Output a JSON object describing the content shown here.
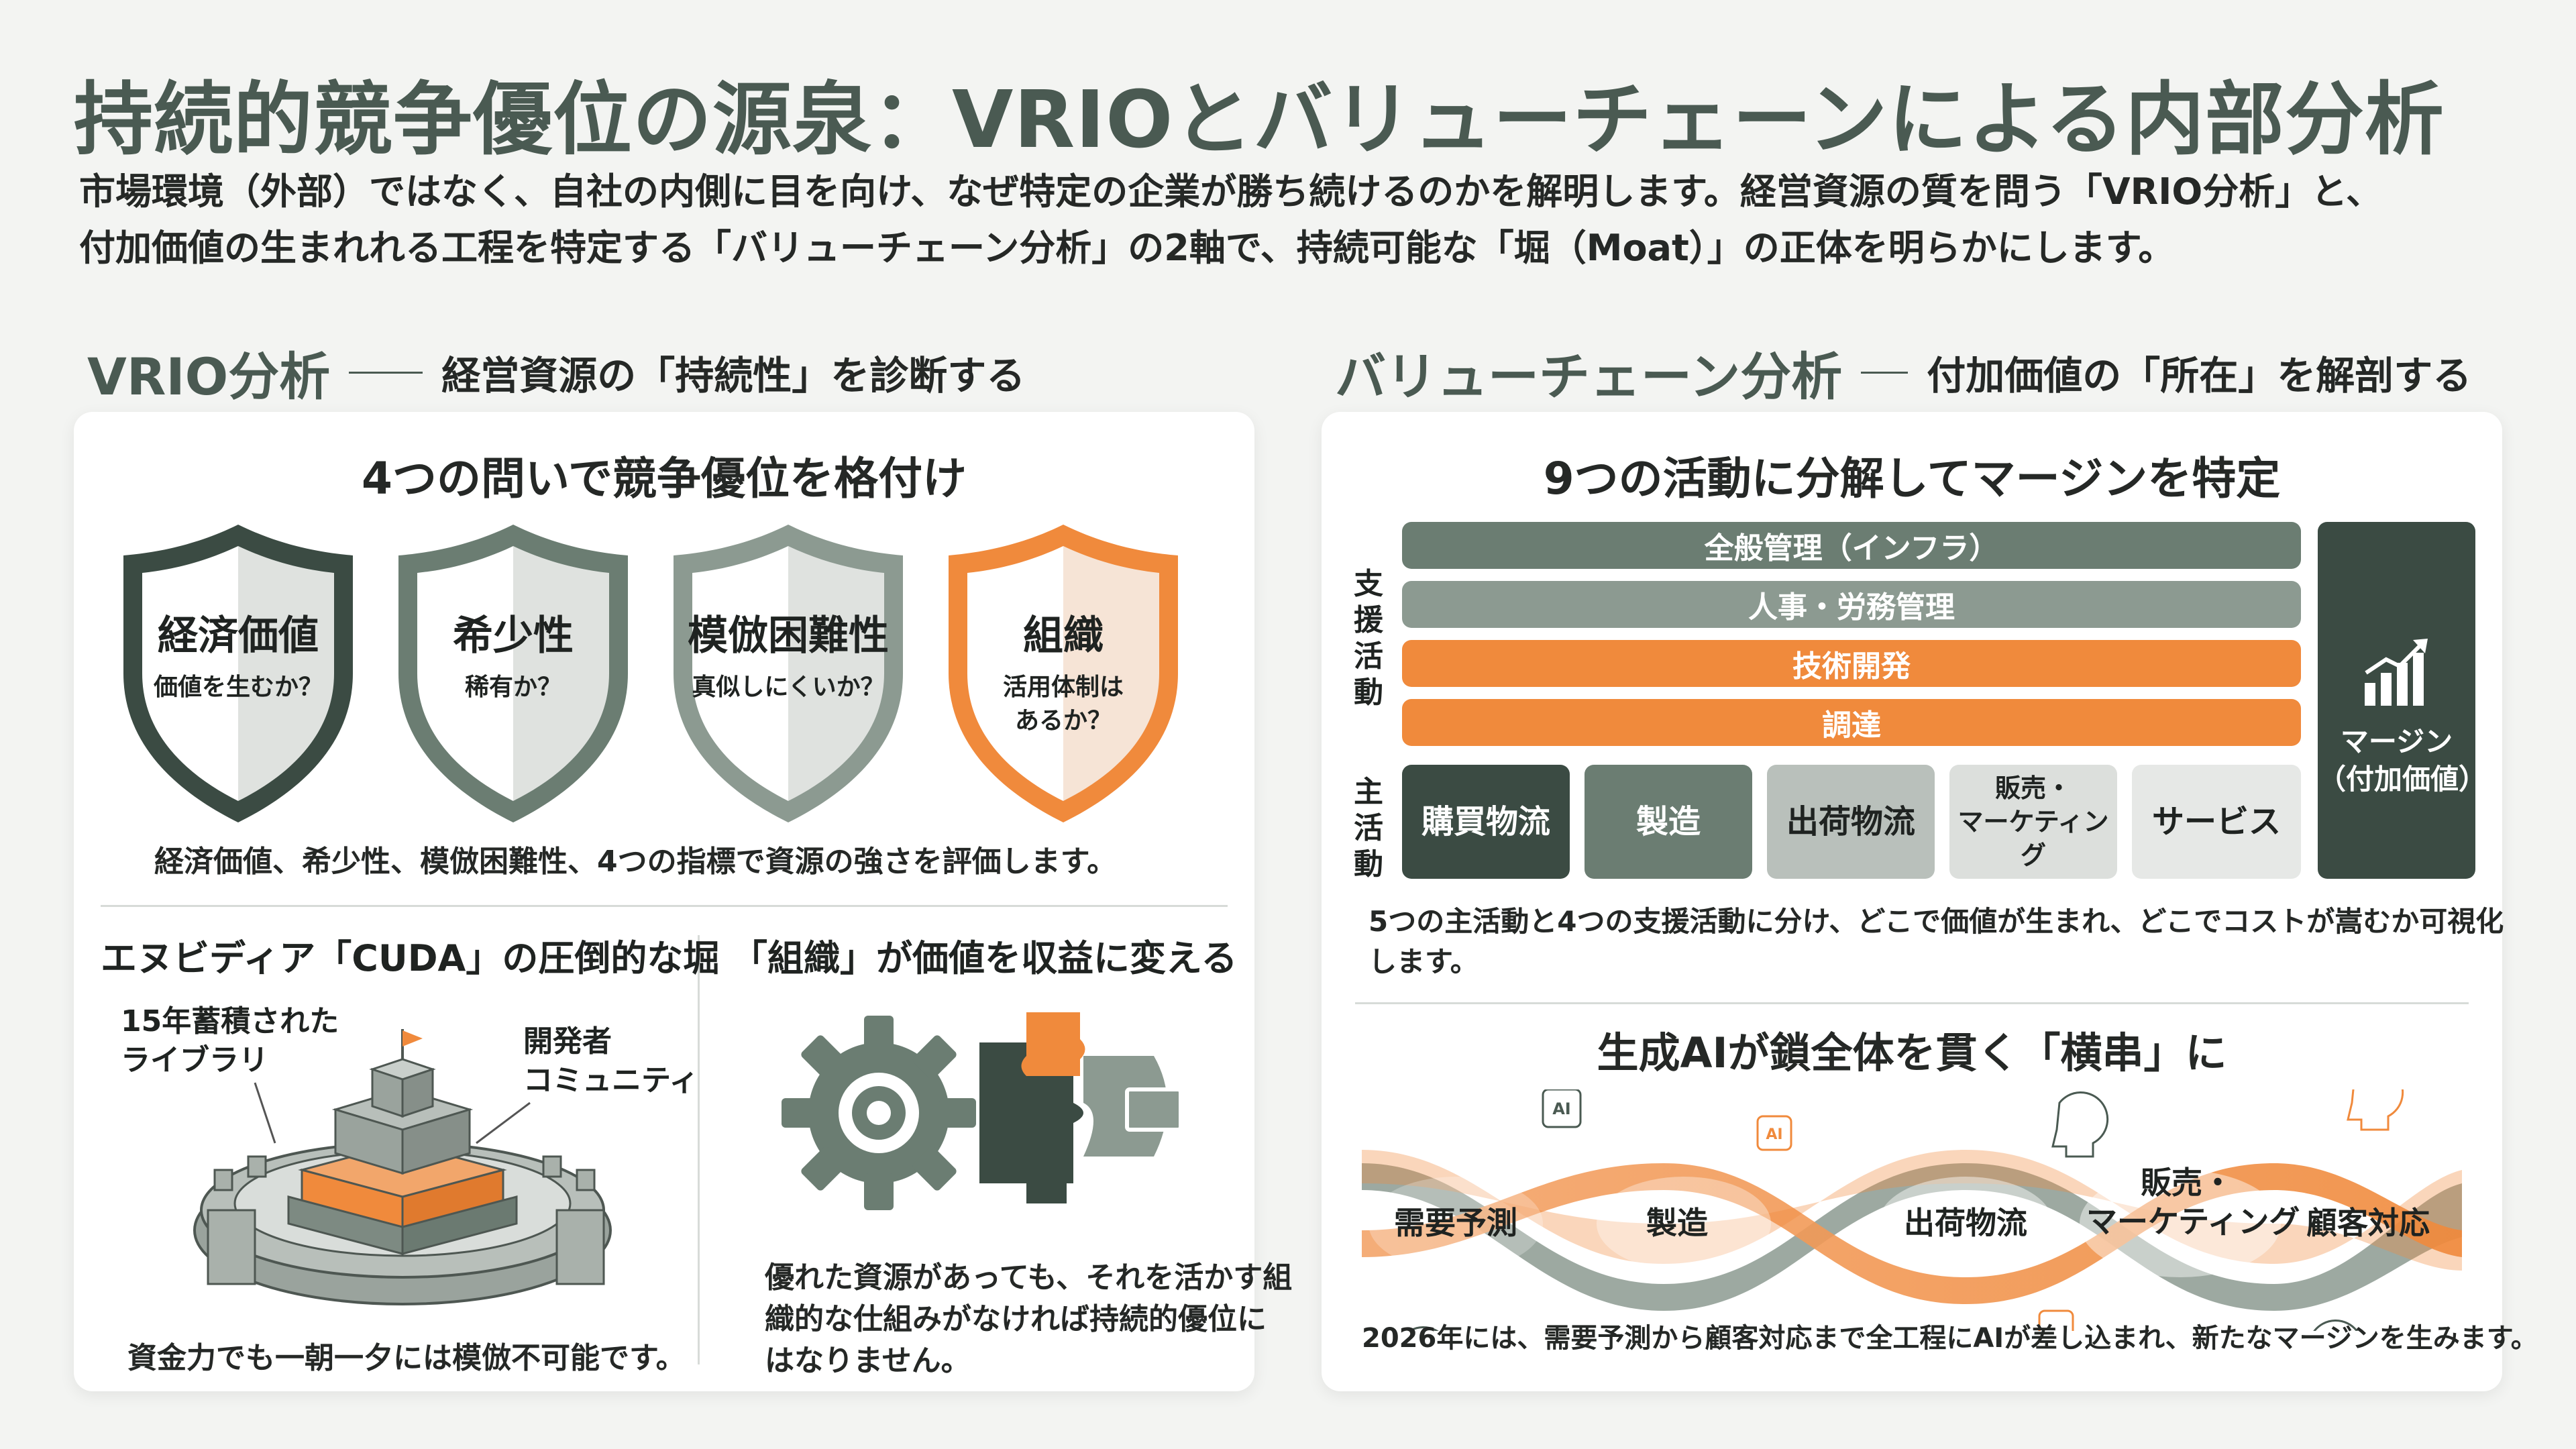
{
  "header": {
    "title": "持続的競争優位の源泉：VRIOとバリューチェーンによる内部分析",
    "subtitle_line1": "市場環境（外部）ではなく、自社の内側に目を向け、なぜ特定の企業が勝ち続けるのかを解明します。経営資源の質を問う「VRIO分析」と、",
    "subtitle_line2": "付加価値の生まれれる工程を特定する「バリューチェーン分析」の2軸で、持続可能な「堀（Moat）」の正体を明らかにします。"
  },
  "vrio": {
    "section_title": "VRIO分析",
    "section_sub": "経営資源の「持続性」を診断する",
    "card_title": "4つの問いで競争優位を格付け",
    "shields": [
      {
        "name": "経済価値",
        "question": "価値を生むか？",
        "color": "#3b4b43"
      },
      {
        "name": "希少性",
        "question": "稀有か？",
        "color": "#6b7d72"
      },
      {
        "name": "模倣困難性",
        "question": "真似しにくいか？",
        "color": "#8c9a91"
      },
      {
        "name": "組織",
        "question_line1": "活用体制は",
        "question_line2": "あるか？",
        "color": "#f08a3c"
      }
    ],
    "summary": "経済価値、希少性、模倣困難性、4つの指標で資源の強さを評価します。",
    "cuda": {
      "title": "エヌビディア「CUDA」の圧倒的な堀",
      "label_library_1": "15年蓄積された",
      "label_library_2": "ライブラリ",
      "label_dev_1": "開発者",
      "label_dev_2": "コミュニティ",
      "caption": "資金力でも一朝一夕には模倣不可能です。"
    },
    "org": {
      "title": "「組織」が価値を収益に変える",
      "caption_line1": "優れた資源があっても、それを活かす組",
      "caption_line2": "織的な仕組みがなければ持続的優位に",
      "caption_line3": "はなりません。"
    }
  },
  "value_chain": {
    "section_title": "バリューチェーン分析",
    "section_sub": "付加価値の「所在」を解剖する",
    "card_title": "9つの活動に分解してマージンを特定",
    "support_label": [
      "支",
      "援",
      "活",
      "動"
    ],
    "primary_label": [
      "主",
      "活",
      "動"
    ],
    "support_activities": [
      {
        "label": "全般管理（インフラ）",
        "color": "#6b7d72"
      },
      {
        "label": "人事・労務管理",
        "color": "#8c9a91"
      },
      {
        "label": "技術開発",
        "color": "#f08a3c"
      },
      {
        "label": "調達",
        "color": "#f08a3c"
      }
    ],
    "primary_activities": [
      {
        "label": "購買物流",
        "bg": "#3b4b43",
        "fg": "#ffffff"
      },
      {
        "label": "製造",
        "bg": "#6b7d72",
        "fg": "#ffffff"
      },
      {
        "label": "出荷物流",
        "bg": "#b9c0bb",
        "fg": "#1f2321"
      },
      {
        "label_line1": "販売・",
        "label_line2": "マーケティング",
        "bg": "#dcdfdc",
        "fg": "#1f2321"
      },
      {
        "label": "サービス",
        "bg": "#e6e8e6",
        "fg": "#1f2321"
      }
    ],
    "margin_line1": "マージン",
    "margin_line2": "（付加価値）",
    "summary_line1": "5つの主活動と4つの支援活動に分け、どこで価値が生まれ、どこでコストが嵩むか可視化",
    "summary_line2": "します。",
    "ai": {
      "title": "生成AIが鎖全体を貫く「横串」に",
      "ai_badge": "AI",
      "stages": [
        "需要予測",
        "製造",
        "出荷物流",
        "販売・",
        "マーケティング",
        "顧客対応"
      ],
      "caption": "2026年には、需要予測から顧客対応まで全工程にAIが差し込まれ、新たなマージンを生みます。"
    }
  },
  "colors": {
    "dark_green": "#3b4b43",
    "mid_green": "#6b7d72",
    "light_green": "#8c9a91",
    "orange": "#f08a3c"
  }
}
